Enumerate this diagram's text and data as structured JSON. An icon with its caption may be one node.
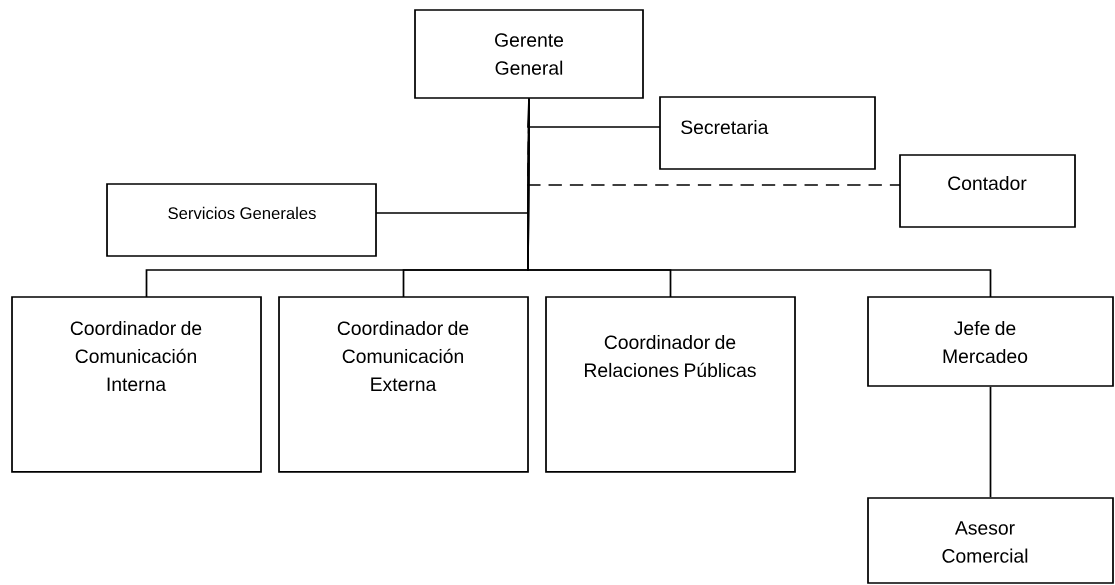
{
  "diagram": {
    "nodes": [
      {
        "text": [
          "Gerente General"
        ]
      },
      {
        "text": [
          "Secretaria"
        ]
      },
      {
        "text": [
          "Contador"
        ]
      },
      {
        "text": [
          "Servicios Generales"
        ]
      },
      {
        "text": [
          "Coordinador de Comunicación Interna"
        ]
      },
      {
        "text": [
          "Coordinador de Comunicación Externa"
        ]
      },
      {
        "text": [
          "Coordinador de Relaciones Públicas"
        ]
      },
      {
        "text": [
          "Jefe de Mercadeo"
        ]
      },
      {
        "text": [
          "Asesor Comercial"
        ]
      }
    ],
    "edges": [
      {
        "from": 0,
        "to": 1,
        "arrow": "none"
      },
      {
        "from": 0,
        "to": 2,
        "arrow": "none",
        "style": "dashed"
      },
      {
        "from": 0,
        "to": 3,
        "arrow": "none"
      },
      {
        "from": 0,
        "to": 4,
        "arrow": "none"
      },
      {
        "from": 0,
        "to": 5,
        "arrow": "none"
      },
      {
        "from": 0,
        "to": 6,
        "arrow": "none"
      },
      {
        "from": 0,
        "to": 7,
        "arrow": "none"
      },
      {
        "from": 7,
        "to": 8,
        "arrow": "none"
      }
    ]
  }
}
